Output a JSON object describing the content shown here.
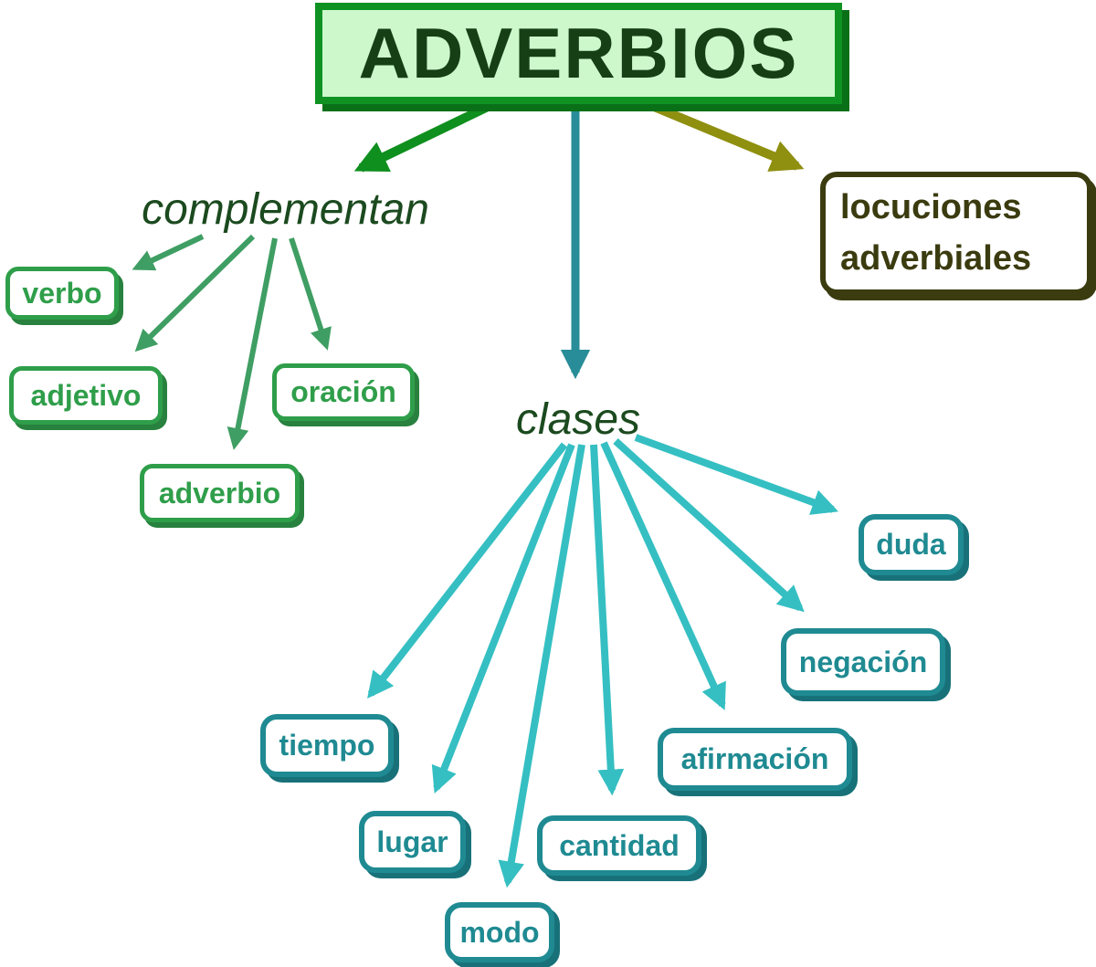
{
  "nodes": {
    "title": "ADVERBIOS",
    "complementan": "complementan",
    "verbo": "verbo",
    "adjetivo": "adjetivo",
    "oracion": "oración",
    "adverbio": "adverbio",
    "clases": "clases",
    "tiempo": "tiempo",
    "lugar": "lugar",
    "modo": "modo",
    "cantidad": "cantidad",
    "afirmacion": "afirmación",
    "negacion": "negación",
    "duda": "duda",
    "locuciones_line1": "locuciones",
    "locuciones_line2": "adverbiales"
  },
  "edges": [
    {
      "from": "ADVERBIOS",
      "to": "complementan"
    },
    {
      "from": "ADVERBIOS",
      "to": "clases"
    },
    {
      "from": "ADVERBIOS",
      "to": "locuciones adverbiales"
    },
    {
      "from": "complementan",
      "to": "verbo"
    },
    {
      "from": "complementan",
      "to": "adjetivo"
    },
    {
      "from": "complementan",
      "to": "adverbio"
    },
    {
      "from": "complementan",
      "to": "oración"
    },
    {
      "from": "clases",
      "to": "tiempo"
    },
    {
      "from": "clases",
      "to": "lugar"
    },
    {
      "from": "clases",
      "to": "modo"
    },
    {
      "from": "clases",
      "to": "cantidad"
    },
    {
      "from": "clases",
      "to": "afirmación"
    },
    {
      "from": "clases",
      "to": "negación"
    },
    {
      "from": "clases",
      "to": "duda"
    }
  ],
  "colors": {
    "background": "#ffffff",
    "title_fill": "#ccf8cc",
    "title_border": "#0f9222",
    "title_shadow": "#0a7018",
    "title_text": "#163f16",
    "arrow_green": "#0f8f1e",
    "arrow_teal": "#288d98",
    "arrow_olive": "#8f8f10",
    "branch_green": "#3f9e63",
    "green_node": "#2f9e4a",
    "green_node_shadow": "#28813e",
    "label_dark_green": "#1b4a1f",
    "fan_turquoise": "#35bfc2",
    "teal_node": "#1f8a92",
    "teal_node_shadow": "#187179",
    "olive_node": "#3b3b10",
    "olive_node_shadow": "#3b3b10"
  }
}
